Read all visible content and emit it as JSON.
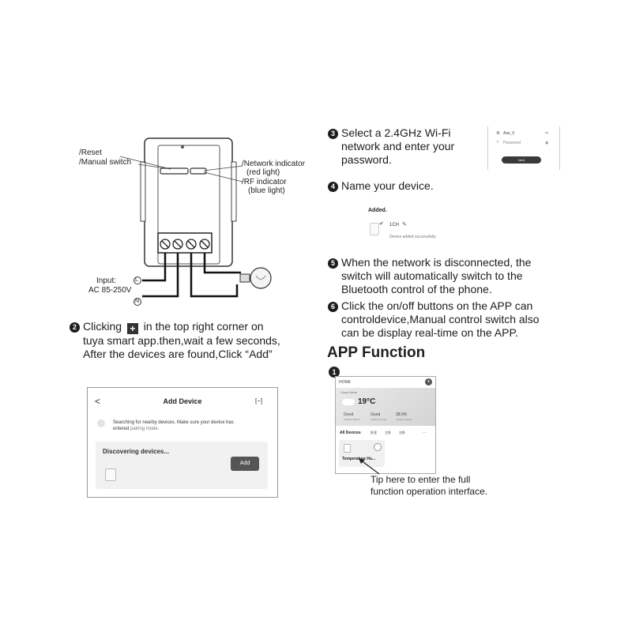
{
  "diagram": {
    "labels": {
      "reset": "/Reset",
      "manual_switch": "/Manual switch",
      "network_indicator": "/Network indicator",
      "red_light": "(red light)",
      "rf_indicator": "/RF indicator",
      "blue_light": "(blue light)",
      "input": "Input:",
      "ac_range": "AC 85-250V",
      "live_symbol": "L",
      "neutral_symbol": "N"
    }
  },
  "steps": {
    "step2": {
      "num": "2",
      "line1_a": "Clicking",
      "plus": "+",
      "line1_b": "in the top right corner on",
      "line2": "tuya smart app.then,wait a few seconds,",
      "line3": "After the devices are found,Click “Add”"
    },
    "step3": {
      "num": "3",
      "line1": "Select a 2.4GHz Wi-Fi",
      "line2": "network and enter your",
      "line3": "password."
    },
    "step4": {
      "num": "4",
      "line1": "Name your device."
    },
    "step5": {
      "num": "5",
      "line1": "When the network is disconnected, the",
      "line2": "switch will automatically switch to the",
      "line3": "Bluetooth control of the phone."
    },
    "step6": {
      "num": "6",
      "line1": "Click the on/off buttons on the APP can",
      "line2": "controldevice,Manual control switch also",
      "line3": "can be display real-time on the APP."
    }
  },
  "add_device_screen": {
    "back": "<",
    "title": "Add Device",
    "scan": "[−]",
    "search_text_1": "Searching for nearby devices. Make sure your device has",
    "search_text_2": "entered",
    "pairing_mode": "pairing mode.",
    "discovering": "Discovering devices...",
    "add_button": "Add"
  },
  "wifi_screen": {
    "network": "Ase_5",
    "password": "Password",
    "next": "Next"
  },
  "added_screen": {
    "title": "Added.",
    "device_name": "1CH",
    "status": "Device added successfully"
  },
  "app_function": {
    "heading": "APP Function",
    "badge": "1",
    "home": "HOME",
    "plus": "+",
    "place": "Cozy Home",
    "temp": "19°C",
    "stats": [
      {
        "label": "Good",
        "sub": "Outdoor PM2.5"
      },
      {
        "label": "Good",
        "sub": "Outdoor air Qu..."
      },
      {
        "label": "38.0%",
        "sub": "Outdoor Humid..."
      }
    ],
    "tabs": [
      "All Devices",
      "卧室",
      "主卧",
      "次卧",
      "···"
    ],
    "device_label": "Temperature Hu...",
    "tip_line1": "Tip here to enter the full",
    "tip_line2": "function operation interface."
  }
}
